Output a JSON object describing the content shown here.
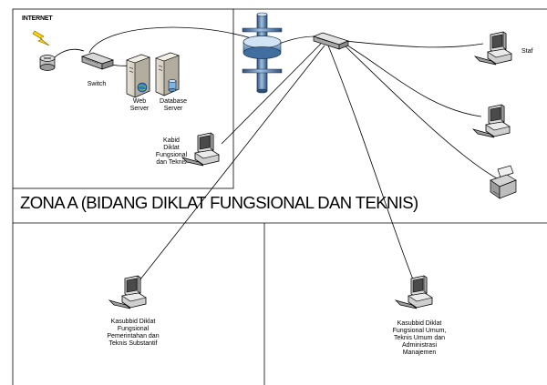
{
  "internet_label": "INTERNET",
  "switch_label": "Switch",
  "web_server_label": "Web\nServer",
  "database_server_label": "Database\nServer",
  "kabid_label": "Kabid\nDiklat\nFungsional\ndan Teknis",
  "staf_label": "Staf",
  "zone_title": "ZONA A (BIDANG DIKLAT FUNGSIONAL DAN TEKNIS)",
  "kasubbid_left_label": "Kasubbid Diklat\nFungsional\nPemerintahan dan\nTeknis Substantif",
  "kasubbid_right_label": "Kasubbid Diklat\nFungsional Umum,\nTeknis Umum dan\nAdministrasi\nManajemen",
  "icons": [
    "lightning-icon",
    "router-icon",
    "switch-icon",
    "web-server-icon",
    "database-server-icon",
    "firewall-icon",
    "hub-icon",
    "workstation-icon",
    "printer-icon"
  ]
}
